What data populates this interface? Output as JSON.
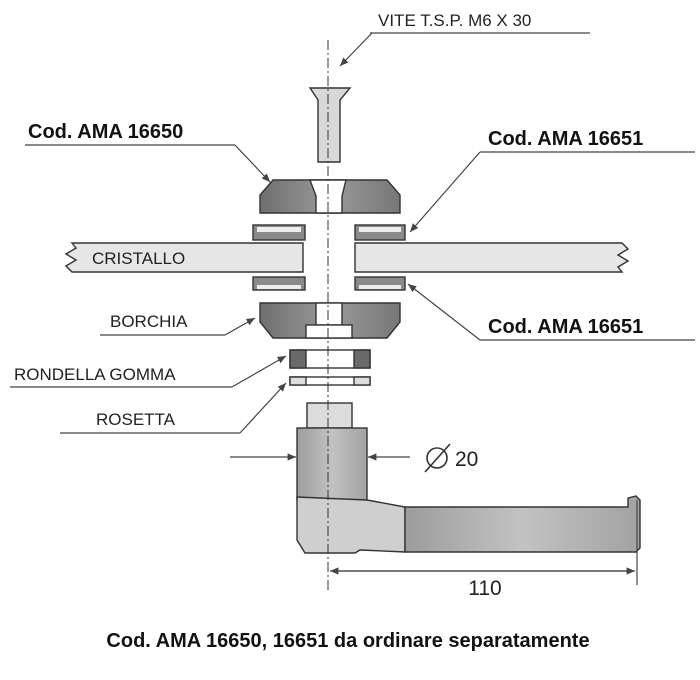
{
  "labels": {
    "screw": "VITE T.S.P.  M6 X 30",
    "code_top": "Cod. AMA 16650",
    "code_washer_top": "Cod. AMA 16651",
    "glass": "CRISTALLO",
    "code_washer_bottom": "Cod. AMA 16651",
    "rose": "BORCHIA",
    "rubber_washer": "RONDELLA GOMMA",
    "rosette": "ROSETTA"
  },
  "dimensions": {
    "diameter": "20",
    "length": "110"
  },
  "footer": "Cod. AMA 16650, 16651 da ordinare separatamente",
  "colors": {
    "dark_part": "#7a7a7a",
    "light_part": "#e4e4e4",
    "handle": "#a9a9a9"
  }
}
